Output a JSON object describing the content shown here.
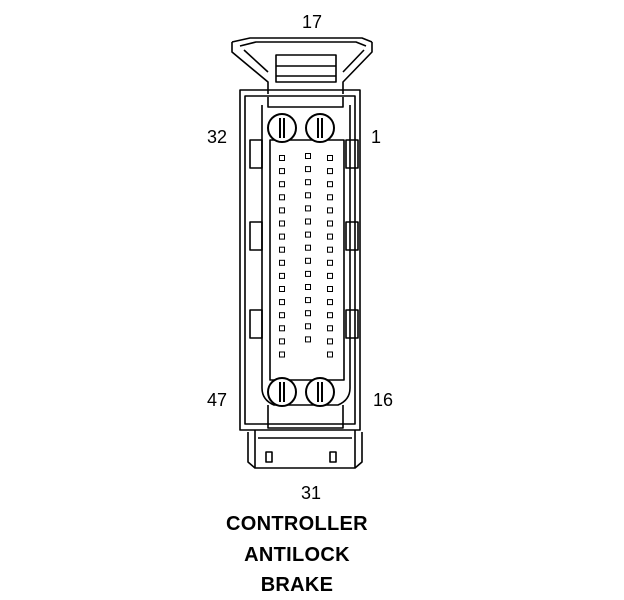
{
  "pin_labels": {
    "top": "17",
    "top_left": "32",
    "top_right": "1",
    "bottom_left": "47",
    "bottom_right": "16",
    "bottom": "31"
  },
  "caption": {
    "line1": "CONTROLLER",
    "line2": "ANTILOCK",
    "line3": "BRAKE"
  },
  "colors": {
    "stroke": "#000000",
    "background": "#ffffff"
  }
}
